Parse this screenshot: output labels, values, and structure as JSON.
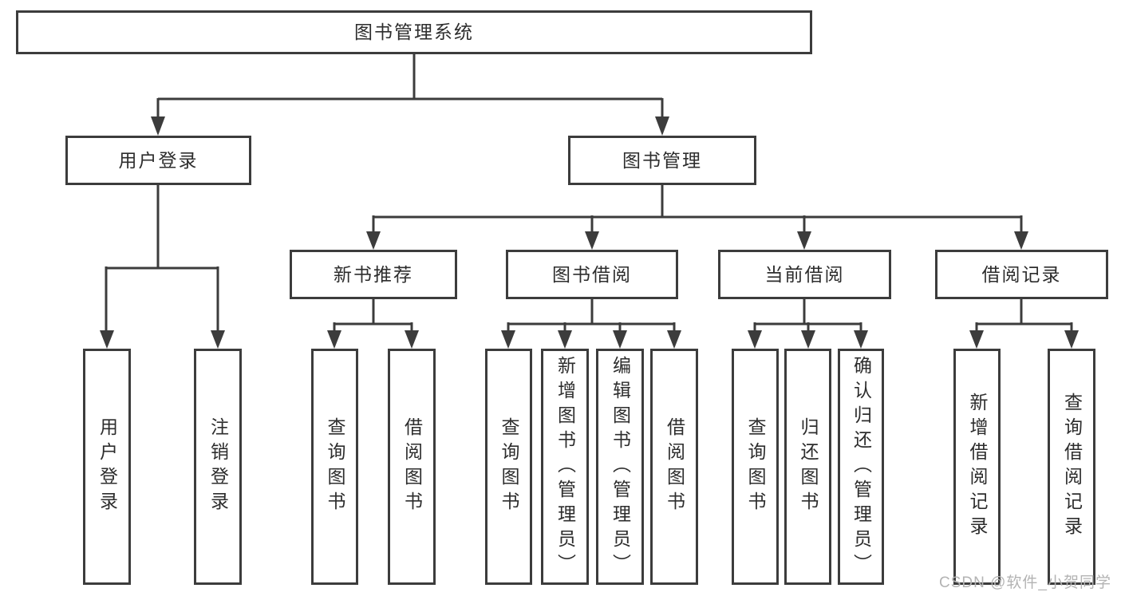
{
  "tree": {
    "root": {
      "label": "图书管理系统"
    },
    "branches": [
      {
        "label": "用户登录",
        "children": [
          {
            "label": "用户登录"
          },
          {
            "label": "注销登录"
          }
        ]
      },
      {
        "label": "图书管理",
        "children": [
          {
            "label": "新书推荐",
            "children": [
              {
                "label": "查询图书"
              },
              {
                "label": "借阅图书"
              }
            ]
          },
          {
            "label": "图书借阅",
            "children": [
              {
                "label": "查询图书"
              },
              {
                "label": "新增图书（管理员）"
              },
              {
                "label": "编辑图书（管理员）"
              },
              {
                "label": "借阅图书"
              }
            ]
          },
          {
            "label": "当前借阅",
            "children": [
              {
                "label": "查询图书"
              },
              {
                "label": "归还图书"
              },
              {
                "label": "确认归还（管理员）"
              }
            ]
          },
          {
            "label": "借阅记录",
            "children": [
              {
                "label": "新增借阅记录"
              },
              {
                "label": "查询借阅记录"
              }
            ]
          }
        ]
      }
    ]
  },
  "watermark": {
    "text": "CSDN @软件_小贺同学"
  },
  "colors": {
    "line": "#3c3c3c",
    "text": "#2d2d2d",
    "background": "#ffffff",
    "watermark": "#b3b3b3"
  }
}
